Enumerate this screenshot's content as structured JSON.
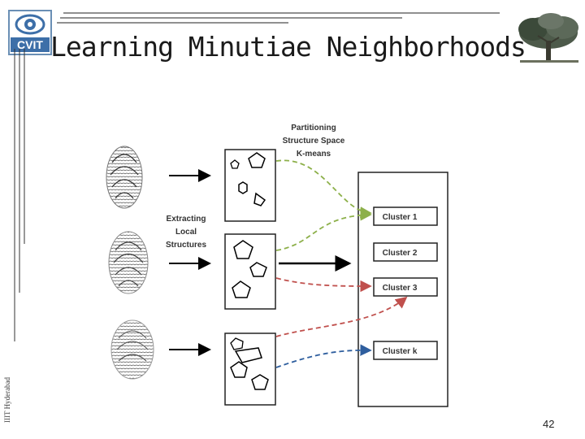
{
  "slide": {
    "title": "Learning Minutiae Neighborhoods",
    "side_note": "IIIT Hyderabad",
    "page_number": "42",
    "logo_text": "CVIT"
  },
  "diagram": {
    "partition_label": [
      "Partitioning",
      "Structure Space",
      "K-means"
    ],
    "extract_label": [
      "Extracting",
      "Local",
      "Structures"
    ],
    "clusters": [
      "Cluster 1",
      "Cluster 2",
      "Cluster 3",
      "Cluster k"
    ],
    "colors": {
      "green_arrow": "#8db04a",
      "red_arrow": "#c0504d",
      "blue_arrow": "#2e5e9e",
      "box_border": "#222222"
    },
    "icons": [
      "fingerprint-icon",
      "pentagon-icon",
      "hexagon-icon"
    ]
  }
}
